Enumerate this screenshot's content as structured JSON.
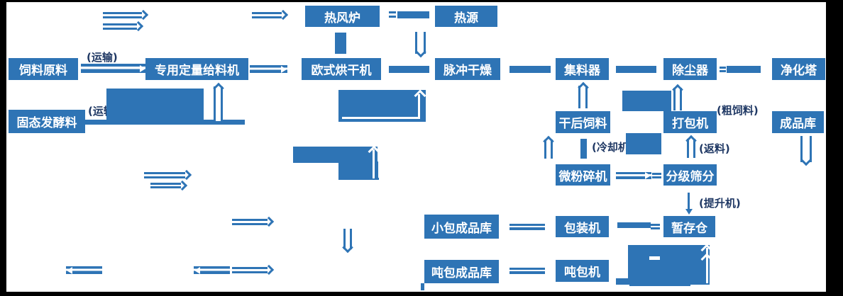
{
  "diagram": {
    "description_type": "process-flow-diagram",
    "nodes": [
      {
        "id": "hot-air-furnace",
        "label": "热风炉"
      },
      {
        "id": "heat-source",
        "label": "热源"
      },
      {
        "id": "feed-raw-material",
        "label": "饲料原料"
      },
      {
        "id": "dedicated-quantitative-feeder",
        "label": "专用定量给料机"
      },
      {
        "id": "european-dryer",
        "label": "欧式烘干机"
      },
      {
        "id": "pulse-drying",
        "label": "脉冲干燥"
      },
      {
        "id": "collector",
        "label": "集料器"
      },
      {
        "id": "dust-remover",
        "label": "除尘器"
      },
      {
        "id": "purification-tower",
        "label": "净化塔"
      },
      {
        "id": "solid-fermented-feed",
        "label": "固态发酵料"
      },
      {
        "id": "dried-feed",
        "label": "干后饲料"
      },
      {
        "id": "baler",
        "label": "打包机"
      },
      {
        "id": "finished-goods-warehouse",
        "label": "成品库"
      },
      {
        "id": "micro-pulverizer",
        "label": "微粉碎机"
      },
      {
        "id": "grading-screen",
        "label": "分级筛分"
      },
      {
        "id": "small-bag-warehouse",
        "label": "小包成品库"
      },
      {
        "id": "packaging-machine",
        "label": "包装机"
      },
      {
        "id": "temporary-storage-bin",
        "label": "暂存仓"
      },
      {
        "id": "ton-bag-warehouse",
        "label": "吨包成品库"
      },
      {
        "id": "ton-bagging-machine",
        "label": "吨包机"
      }
    ],
    "annotations": [
      {
        "id": "transport-1",
        "text": "(运输)"
      },
      {
        "id": "transport-2",
        "text": "(运输)"
      },
      {
        "id": "coarse-feed",
        "text": "(粗饲料)"
      },
      {
        "id": "cooler",
        "text": "(冷却机)"
      },
      {
        "id": "return-material",
        "text": "(返料)"
      },
      {
        "id": "elevator",
        "text": "(提升机)"
      }
    ],
    "colors": {
      "node_fill": "#2E74B5",
      "node_text": "#FFFFFF",
      "annotation_text": "#1F3864",
      "connector": "#2E74B5",
      "frame": "#000000",
      "background": "#FFFFFF"
    }
  }
}
